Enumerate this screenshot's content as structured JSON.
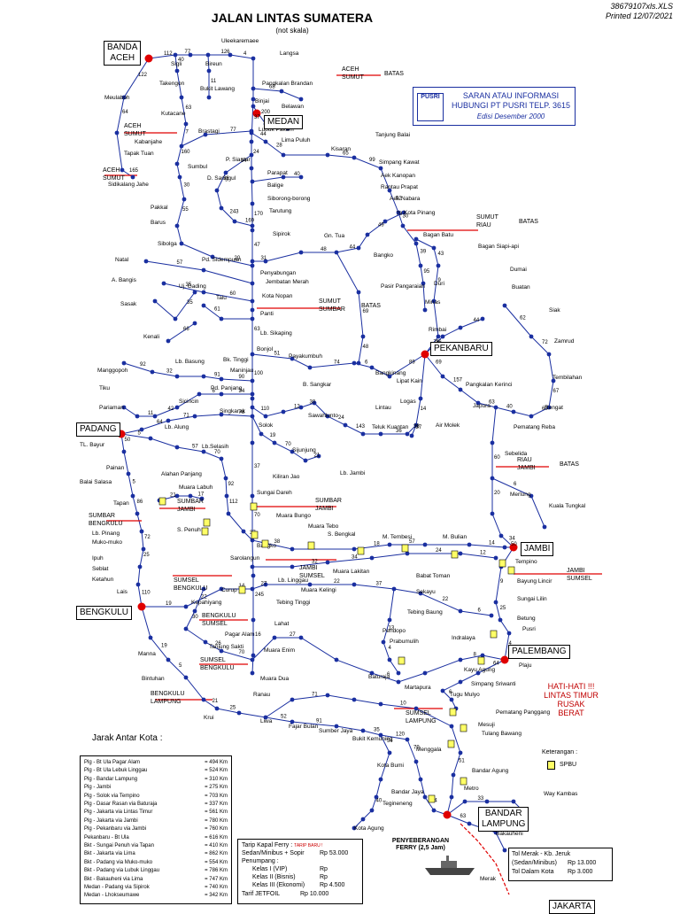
{
  "header": {
    "file_ref": "38679107xls.XLS",
    "printed": "Printed 12/07/2021",
    "title": "JALAN LINTAS SUMATERA",
    "subtitle": "(not skala)"
  },
  "info_box": {
    "logo": "PUSRI",
    "line1": "SARAN ATAU INFORMASI",
    "line2": "HUBUNGI PT PUSRI TELP. 3615",
    "line3": "Edisi Desember 2000"
  },
  "warning": [
    "HATI-HATI !!!",
    "LINTAS TIMUR",
    "RUSAK BERAT"
  ],
  "colors": {
    "road": "#1a2fa0",
    "node": "#1a2fa0",
    "capital": "#e00000",
    "border_line": "#e00000",
    "spbu": "#ffff66"
  },
  "boxed_cities": [
    {
      "name": "BANDA\nACEH"
    },
    {
      "name": "MEDAN"
    },
    {
      "name": "PEKANBARU"
    },
    {
      "name": "PADANG"
    },
    {
      "name": "JAMBI"
    },
    {
      "name": "BENGKULU"
    },
    {
      "name": "PALEMBANG"
    },
    {
      "name": "BANDAR\nLAMPUNG"
    },
    {
      "name": "JAKARTA"
    }
  ],
  "city_labels": [
    "Uleekaremaee",
    "Langsa",
    "Sigli",
    "Bireun",
    "Meulaboh",
    "Takengon",
    "Bukit Lawang",
    "Pangkalan Brandan",
    "Binjai",
    "Belawan",
    "Kutacane",
    "Brastagi",
    "Lubuk Pakam",
    "Kabanjahe",
    "Lima Puluh",
    "Tanjung Balai",
    "Kisaran",
    "P. Siantar",
    "Simpang Kawat",
    "Sumbul",
    "Parapat",
    "Aek Kanopan",
    "Tapak Tuan",
    "Sidikalang Jahe",
    "D. Sanggul",
    "Balige",
    "Rantau Prapat",
    "Aek Nabara",
    "Pakkal",
    "Siborong-borong",
    "Kota Pinang",
    "Barus",
    "Tarutung",
    "Sibolga",
    "Sipirok",
    "Gn. Tua",
    "Bagan Batu",
    "Bagan Siapi-api",
    "Pd. Sidempuan",
    "Bangko",
    "Dumai",
    "Natal",
    "Penyabungan",
    "Jembatan Merah",
    "Buatan",
    "A. Bangis",
    "Uj. Gading",
    "Kota Nopan",
    "Pasir Pangaraian",
    "Duri",
    "Siak",
    "Sasak",
    "Talu",
    "Panti",
    "Minas",
    "Rimbai",
    "Zamrud",
    "Kenali",
    "Lb. Sikaping",
    "Bonjol",
    "Payakumbuh",
    "Bangkinang",
    "Tembilahan",
    "Lb. Basung",
    "Bk. Tinggi",
    "Maninjau",
    "Manggopoh",
    "Pd. Panjang",
    "B. Sangkar",
    "Lipat Kain",
    "Pangkalan Kerinci",
    "Tiku",
    "Pariaman",
    "Sicincin",
    "Singkarak",
    "Solok",
    "Lintau",
    "Logas",
    "Japura",
    "Rengat",
    "Lb. Alung",
    "Sawahlunto",
    "Teluk Kuantan",
    "Air Molek",
    "Pematang Reba",
    "TL. Bayur",
    "Lb.Selasih",
    "Sijunjung",
    "Painan",
    "Balai Salasa",
    "Alahan Panjang",
    "Kiliran Jao",
    "Lb. Jambi",
    "Sebelida",
    "Muara Labuh",
    "Sungai Dareh",
    "Muara Bungo",
    "Merlung",
    "Kuala Tungkal",
    "Tapan",
    "S. Penuh",
    "Muara Tebo",
    "S. Bengkal",
    "M. Tembesi",
    "M. Bulian",
    "Lb. Pinang",
    "Muko-muko",
    "Tempino",
    "Bangko",
    "Ipuh",
    "Seblat",
    "Sarolangun",
    "Bayung Lincir",
    "Ketahun",
    "Lais",
    "Lb. Linggau",
    "Muara Lakitan",
    "Babat Toman",
    "Sungai Lilin",
    "Curup",
    "Muara Kelingi",
    "Sekayu",
    "Betung",
    "Kepahiyang",
    "Tebing Tinggi",
    "Tebing Baung",
    "Pagar Alam",
    "Lahat",
    "Pendopo",
    "Prabumulih",
    "Indralaya",
    "Pusri",
    "Manna",
    "Tanjung Sakti",
    "Muara Enim",
    "Plaju",
    "Bintuhan",
    "Kayu Agung",
    "Muara Dua",
    "Baturaja",
    "Simpang Sriwanti",
    "Ranau",
    "Martapura",
    "Tugu Mulyo",
    "Krui",
    "Liwa",
    "Pematang Panggang",
    "Fajar Bulan",
    "Sumber Jaya",
    "Mesuji",
    "Bukit Kemuning",
    "Tulang Bawang",
    "Menggala",
    "Kota Bumi",
    "Bandar Agung",
    "Metro",
    "Bandar Jaya",
    "Way Kambas",
    "Tegineneng",
    "Kota Agung",
    "Bakauheni",
    "Merak"
  ],
  "borders": [
    {
      "top": "ACEH",
      "bottom": "SUMUT",
      "extra": "BATAS"
    },
    {
      "top": "ACEH",
      "bottom": "SUMUT"
    },
    {
      "top": "ACEH",
      "bottom": "SUMUT"
    },
    {
      "top": "SUMUT",
      "bottom": "RIAU",
      "extra": "BATAS"
    },
    {
      "top": "SUMUT",
      "bottom": "SUMBAR",
      "extra": "BATAS"
    },
    {
      "top": "RIAU",
      "bottom": "JAMBI",
      "extra": "BATAS"
    },
    {
      "top": "SUMBAR",
      "bottom": "JAMBI"
    },
    {
      "top": "SUMBAR",
      "bottom": "BENGKULU"
    },
    {
      "top": "SUMBAR",
      "bottom": "JAMBI"
    },
    {
      "top": "JAMBI",
      "bottom": "SUMSEL"
    },
    {
      "top": "JAMBI",
      "bottom": "SUMSEL"
    },
    {
      "top": "SUMSEL",
      "bottom": "BENGKULU"
    },
    {
      "top": "BENGKULU",
      "bottom": "SUMSEL"
    },
    {
      "top": "SUMSEL",
      "bottom": "BENGKULU"
    },
    {
      "top": "BENGKULU",
      "bottom": "LAMPUNG"
    },
    {
      "top": "SUMSEL",
      "bottom": "LAMPUNG"
    }
  ],
  "distance_labels": [
    "112",
    "126",
    "37",
    "170",
    "63",
    "37",
    "245",
    "122",
    "165",
    "63",
    "11",
    "200",
    "77",
    "30",
    "44",
    "65",
    "52",
    "39",
    "14",
    "243",
    "40",
    "48",
    "49",
    "69",
    "20",
    "35",
    "35",
    "66",
    "74",
    "89",
    "44",
    "9",
    "69",
    "63",
    "60",
    "72",
    "14",
    "60",
    "34",
    "92",
    "91",
    "11",
    "6",
    "64",
    "78",
    "57",
    "92",
    "37",
    "12",
    "24",
    "36",
    "19",
    "21",
    "5",
    "72",
    "110",
    "17",
    "18",
    "14",
    "32",
    "24",
    "9",
    "4",
    "14",
    "22",
    "22",
    "13",
    "22",
    "26",
    "19",
    "21",
    "52",
    "35",
    "27",
    "6",
    "8",
    "71",
    "10",
    "51",
    "79",
    "74",
    "33",
    "63",
    "54",
    "40",
    "64",
    "6",
    "77",
    "4",
    "24",
    "47",
    "100",
    "70",
    "16",
    "64",
    "40",
    "7",
    "68",
    "41",
    "160",
    "55",
    "28",
    "99",
    "30",
    "95",
    "36",
    "169",
    "31",
    "44",
    "78",
    "48",
    "57",
    "60",
    "61",
    "51",
    "6",
    "26",
    "76",
    "43",
    "157",
    "40",
    "67",
    "62",
    "37",
    "20",
    "6",
    "32",
    "90",
    "42",
    "34",
    "71",
    "5",
    "70",
    "112",
    "110",
    "30",
    "143",
    "39",
    "70",
    "50",
    "86",
    "25",
    "21",
    "38",
    "57",
    "50",
    "34",
    "12",
    "25",
    "19",
    "27",
    "37",
    "6",
    "4",
    "30",
    "70",
    "5",
    "25",
    "91",
    "120"
  ],
  "jarak_title": "Jarak Antar Kota :",
  "distances": [
    {
      "route": "Plg - Bt Ula Pagar Alam",
      "km": "= 494 Km"
    },
    {
      "route": "Plg - Bt Ula Lebuk Linggau",
      "km": "= 524 Km"
    },
    {
      "route": "Plg - Bandar Lampung",
      "km": "= 310 Km"
    },
    {
      "route": "Plg - Jambi",
      "km": "= 275 Km"
    },
    {
      "route": "Plg - Solok via Tempino",
      "km": "= 703 Km"
    },
    {
      "route": "Plg - Dasar Rasan via Baturaja",
      "km": "= 337 Km"
    },
    {
      "route": "Plg - Jakarta via Lintas Timur",
      "km": "= 561 Km"
    },
    {
      "route": "Plg - Jakarta via Jambi",
      "km": "= 780 Km"
    },
    {
      "route": "Plg - Pekanbaru via Jambi",
      "km": "= 760 Km"
    },
    {
      "route": "Pekanbaru - Bt Ula",
      "km": "= 616 Km"
    },
    {
      "route": "Bkt - Sungai Penuh via Tapan",
      "km": "= 410 Km"
    },
    {
      "route": "Bkt - Jakarta via Lima",
      "km": "= 862 Km"
    },
    {
      "route": "Bkt - Padang via Muko-muko",
      "km": "= 554 Km"
    },
    {
      "route": "Bkt - Padang via Lubuk Linggau",
      "km": "= 786 Km"
    },
    {
      "route": "Bkt - Bakauheni via Lima",
      "km": "= 747 Km"
    },
    {
      "route": "Medan - Padang via Sipirok",
      "km": "= 740 Km"
    },
    {
      "route": "Medan - Lhokseumawe",
      "km": "= 342 Km"
    }
  ],
  "ferry": {
    "title": "Tarip Kapal Ferry :",
    "note": "TARIP BARU !",
    "row1_label": "Sedan/Minibus + Sopir",
    "row1_value": "Rp 53.000",
    "row2_label": "Penumpang :",
    "row3_label": "Kelas I (VIP)",
    "row3_value": "Rp",
    "row4_label": "Kelas II (Bisnis)",
    "row4_value": "Rp",
    "row5_label": "Kelas III (Ekonomi)",
    "row5_value": "Rp 4.500",
    "row6_label": "Tarif JETFOIL",
    "row6_value": "Rp 10.000"
  },
  "penyeberangan": [
    "PENYEBERANGAN",
    "FERRY (2,5 Jam)"
  ],
  "merak_box": {
    "title": "Tol Merak - Kb. Jeruk",
    "row1_label": "(Sedan/Minibus)",
    "row1_value": "Rp 13.000",
    "row2_label": "Tol Dalam Kota",
    "row2_value": "Rp 3.000"
  },
  "legend": {
    "title": "Keterangan :",
    "spbu": "SPBU"
  }
}
